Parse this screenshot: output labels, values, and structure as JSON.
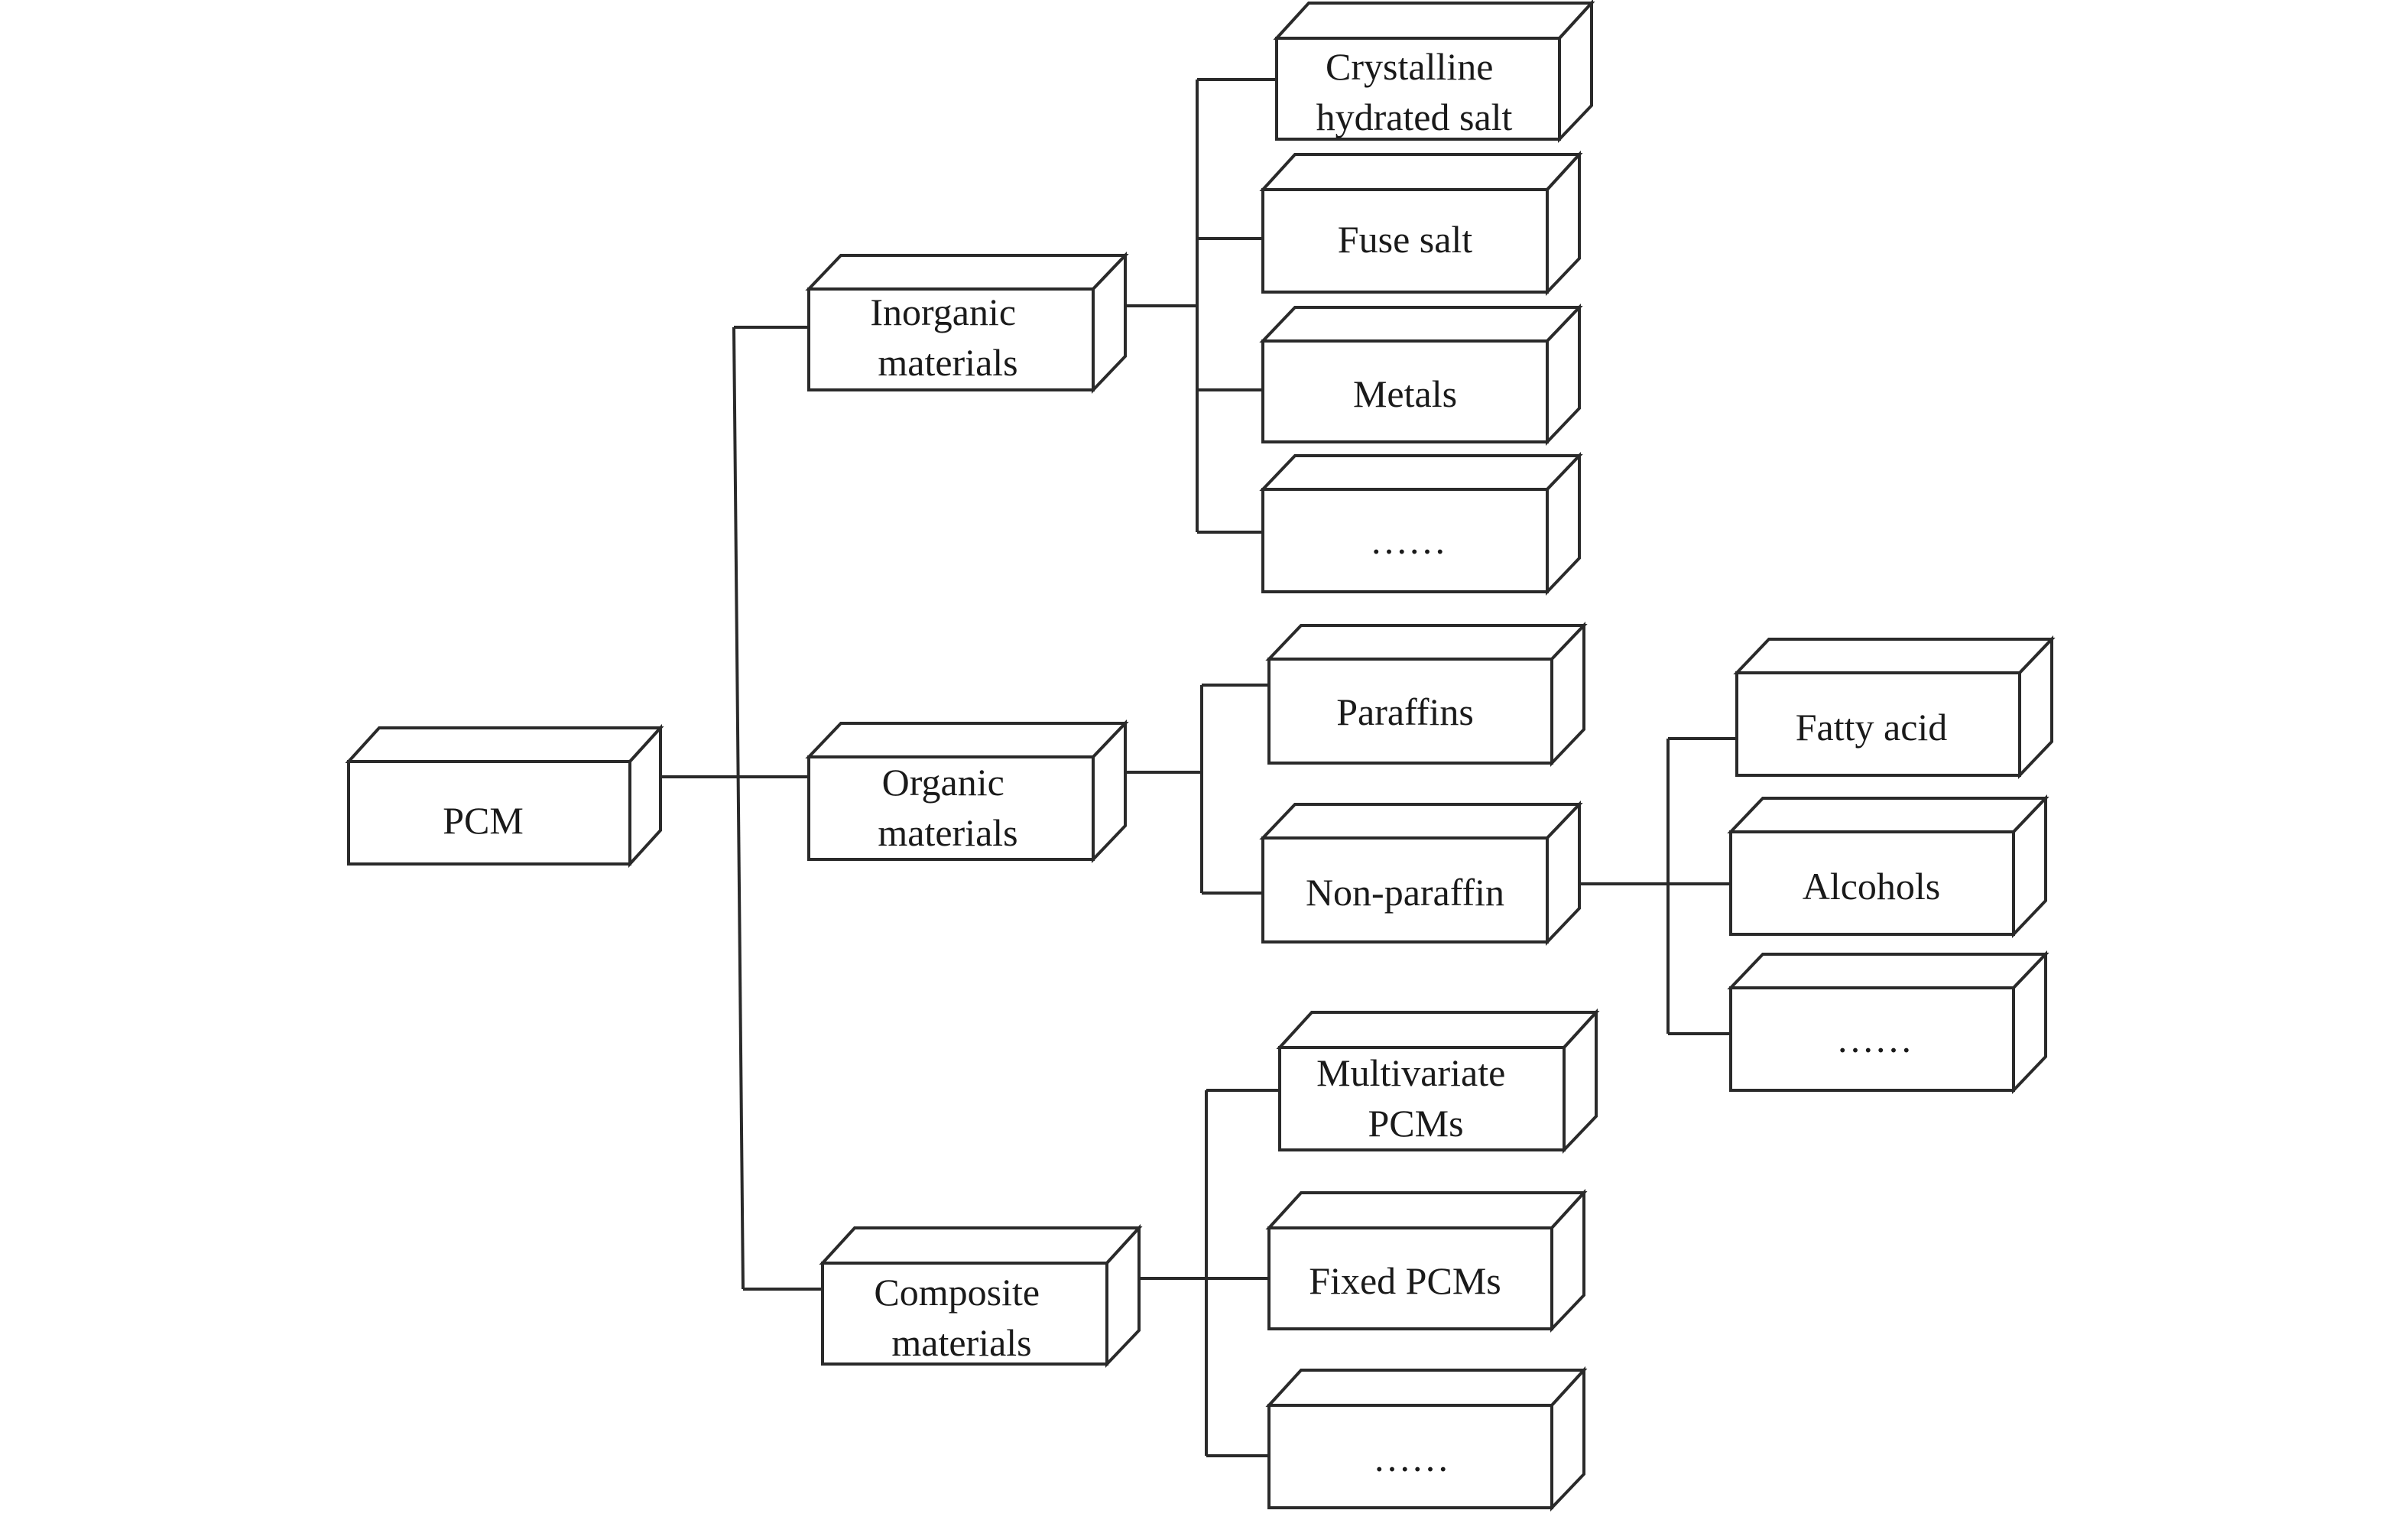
{
  "diagram": {
    "root": "PCM",
    "categories": {
      "inorganic": [
        "Inorganic",
        "materials"
      ],
      "organic": [
        "Organic",
        "materials"
      ],
      "composite": [
        "Composite",
        "materials"
      ]
    },
    "inorganic_children": {
      "crystalline": [
        "Crystalline",
        "hydrated salt"
      ],
      "fuse_salt": "Fuse salt",
      "metals": "Metals",
      "more": "……"
    },
    "organic_children": {
      "paraffins": "Paraffins",
      "non_paraffin": "Non-paraffin"
    },
    "non_paraffin_children": {
      "fatty_acid": "Fatty acid",
      "alcohols": "Alcohols",
      "more": "……"
    },
    "composite_children": {
      "multivariate": [
        "Multivariate",
        "PCMs"
      ],
      "fixed": "Fixed PCMs",
      "more": "……"
    }
  }
}
